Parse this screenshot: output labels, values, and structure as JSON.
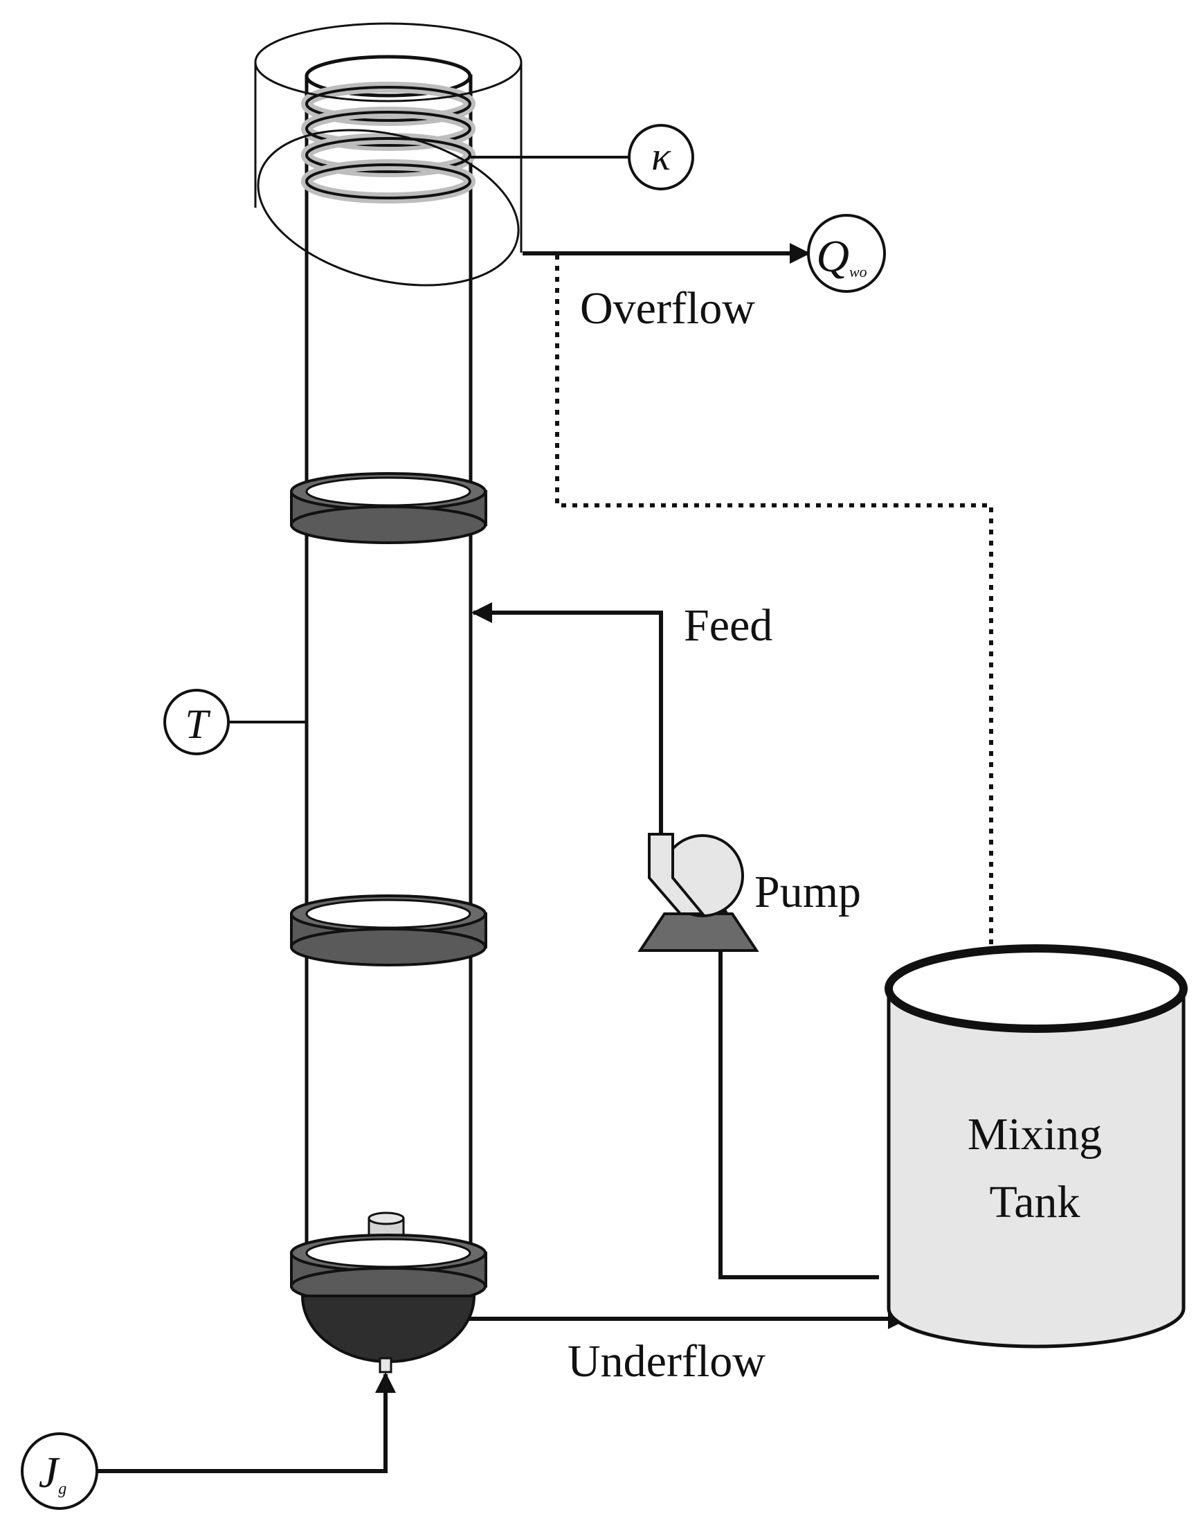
{
  "labels": {
    "overflow": "Overflow",
    "feed": "Feed",
    "pump": "Pump",
    "underflow": "Underflow",
    "tank_line1": "Mixing",
    "tank_line2": "Tank"
  },
  "sensors": {
    "kappa": "κ",
    "temperature": "T",
    "qwo_main": "Q",
    "qwo_sub": "wo",
    "jg_main": "J",
    "jg_sub": "g"
  },
  "colors": {
    "line": "#111111",
    "flange": "#5a5a5a",
    "light_fill": "#e6e6e6",
    "dark_base": "#2e2e2e"
  }
}
